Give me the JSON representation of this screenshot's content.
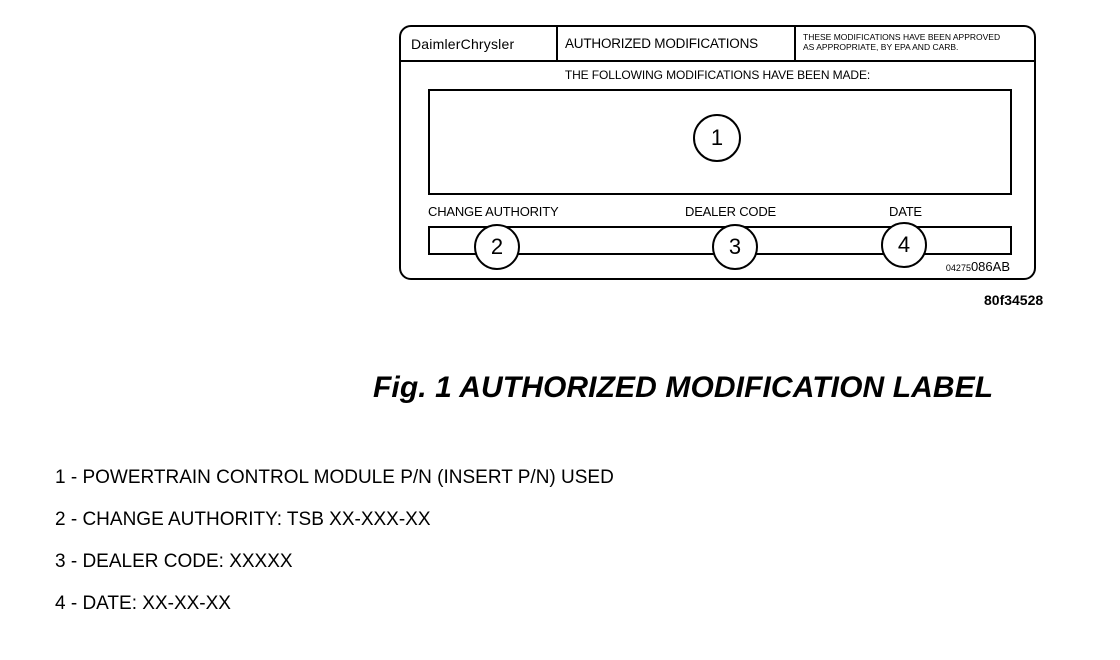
{
  "label": {
    "brand": "DaimlerChrysler",
    "title": "AUTHORIZED MODIFICATIONS",
    "approval_note_line1": "THESE MODIFICATIONS HAVE BEEN APPROVED",
    "approval_note_line2": "AS APPROPRIATE, BY EPA AND CARB.",
    "made_heading": "THE FOLLOWING MODIFICATIONS HAVE BEEN MADE:",
    "field_change_authority": "CHANGE AUTHORITY",
    "field_dealer_code": "DEALER CODE",
    "field_date": "DATE",
    "callouts": [
      "1",
      "2",
      "3",
      "4"
    ],
    "part_number_prefix": "04275",
    "part_number_suffix": "086AB"
  },
  "art_reference": "80f34528",
  "caption": "Fig. 1 AUTHORIZED MODIFICATION LABEL",
  "legend": [
    "1 - POWERTRAIN CONTROL MODULE P/N (INSERT P/N) USED",
    "2 - CHANGE AUTHORITY: TSB XX-XXX-XX",
    "3 - DEALER CODE: XXXXX",
    "4 - DATE: XX-XX-XX"
  ]
}
